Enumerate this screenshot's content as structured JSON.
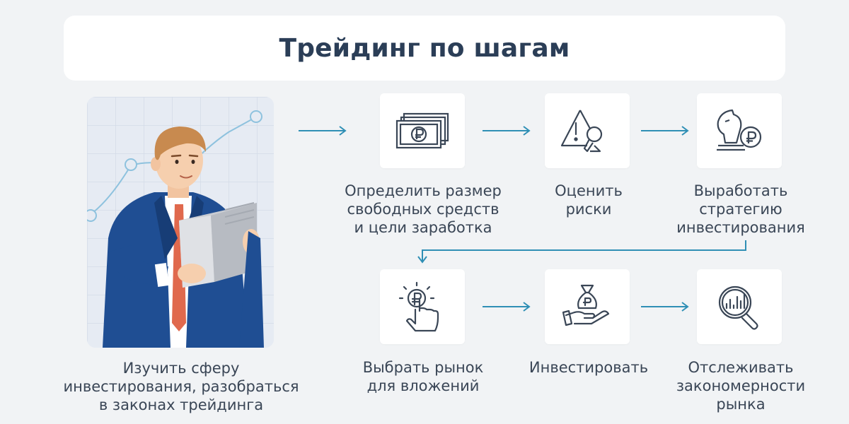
{
  "title": "Трейдинг по шагам",
  "colors": {
    "background": "#f1f3f5",
    "card": "#ffffff",
    "title_text": "#2b3e57",
    "label_text": "#3a4656",
    "arrow": "#2f8fb5",
    "icon_stroke": "#3a4656",
    "suit": "#1f4e93",
    "tie": "#e0694d"
  },
  "steps": [
    {
      "label": "Изучить сферу\nинвестирования, разобраться\nв законах трейдинга",
      "icon": "person-reading-book-illustration"
    },
    {
      "label": "Определить размер\nсвободных средств\nи цели заработка",
      "icon": "ruble-banknotes-icon"
    },
    {
      "label": "Оценить\nриски",
      "icon": "warning-magnifier-icon"
    },
    {
      "label": "Выработать\nстратегию\nинвестирования",
      "icon": "chess-knight-ruble-icon"
    },
    {
      "label": "Выбрать рынок\nдля вложений",
      "icon": "hand-tap-ruble-icon"
    },
    {
      "label": "Инвестировать",
      "icon": "hand-money-bag-icon"
    },
    {
      "label": "Отслеживать\nзакономерности\nрынка",
      "icon": "magnifier-chart-icon"
    }
  ]
}
